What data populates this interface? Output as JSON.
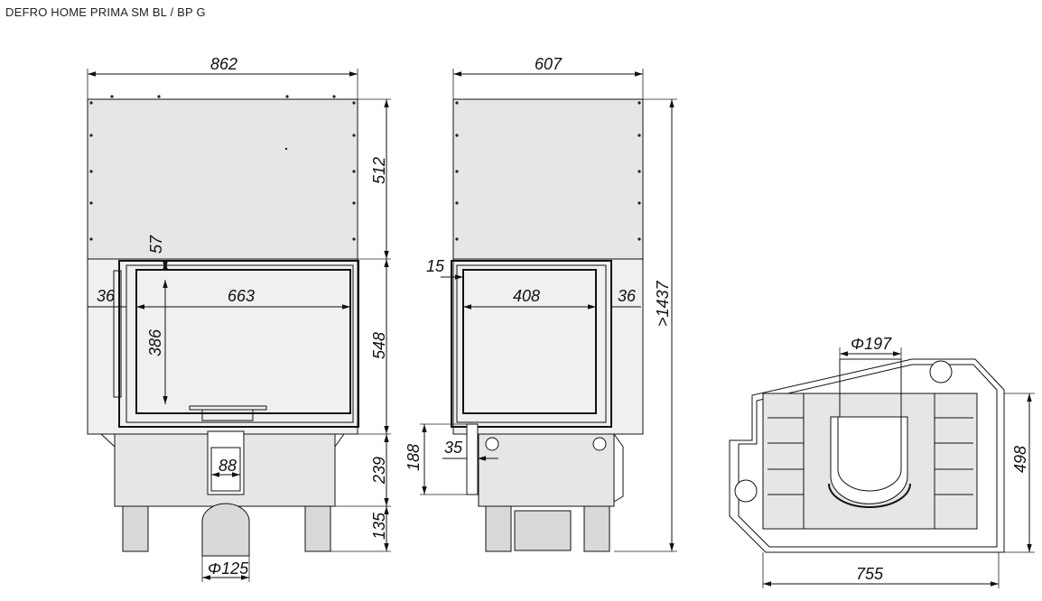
{
  "title": "DEFRO HOME PRIMA SM BL / BP G",
  "front_view": {
    "width": "862",
    "hood_height": "512",
    "body_height": "548",
    "base_height": "239",
    "legs_height": "135",
    "glass_offset": "57",
    "glass_width": "663",
    "side_offset": "36",
    "glass_height": "386",
    "outlet_width": "88",
    "air_inlet": "Φ125"
  },
  "side_view": {
    "depth": "607",
    "glass_offset": "15",
    "glass_width": "408",
    "side_offset": "36",
    "total_height": ">1437",
    "inlet_height": "188",
    "inlet_offset": "35"
  },
  "top_view": {
    "flue": "Φ197",
    "depth": "498",
    "width": "755"
  }
}
